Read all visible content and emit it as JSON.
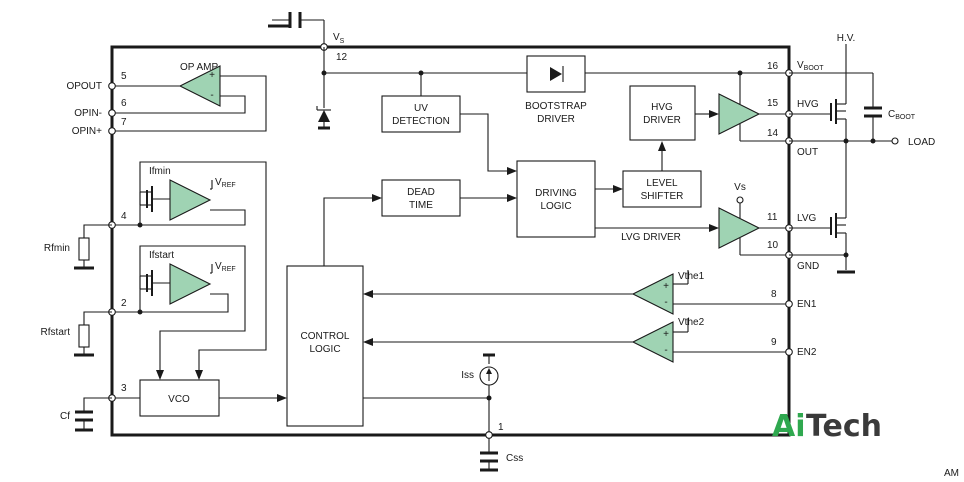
{
  "pins": {
    "vs": "V",
    "vs_sub": "S",
    "vs_num": "12",
    "vboot": "V",
    "vboot_sub": "BOOT",
    "vboot_num": "16",
    "hvg": "HVG",
    "hvg_num": "15",
    "out": "OUT",
    "out_num": "14",
    "lvg": "LVG",
    "lvg_num": "11",
    "gnd": "GND",
    "gnd_num": "10",
    "en1": "EN1",
    "en1_num": "8",
    "en2": "EN2",
    "en2_num": "9",
    "opout": "OPOUT",
    "opout_num": "5",
    "opin_minus": "OPIN-",
    "opin_minus_num": "6",
    "opin_plus": "OPIN+",
    "opin_plus_num": "7",
    "rfmin_num": "4",
    "rfstart_num": "2",
    "cf_num": "3",
    "css_num": "1"
  },
  "blocks": {
    "uv_line1": "UV",
    "uv_line2": "DETECTION",
    "bootstrap_line1": "BOOTSTRAP",
    "bootstrap_line2": "DRIVER",
    "hvg_driver_line1": "HVG",
    "hvg_driver_line2": "DRIVER",
    "level_shifter_line1": "LEVEL",
    "level_shifter_line2": "SHIFTER",
    "driving_logic_line1": "DRIVING",
    "driving_logic_line2": "LOGIC",
    "dead_time_line1": "DEAD",
    "dead_time_line2": "TIME",
    "control_logic_line1": "CONTROL",
    "control_logic_line2": "LOGIC",
    "vco": "VCO",
    "op_amp": "OP AMP",
    "lvg_driver": "LVG DRIVER"
  },
  "labels": {
    "ifmin": "Ifmin",
    "ifstart": "Ifstart",
    "vref": "V",
    "vref_sub": "REF",
    "vs_small": "Vs",
    "vthe1": "Vthe1",
    "vthe2": "Vthe2",
    "iss": "Iss",
    "hv": "H.V.",
    "cboot": "C",
    "cboot_sub": "BOOT",
    "load": "LOAD",
    "rfmin": "Rfmin",
    "rfstart": "Rfstart",
    "cf": "Cf",
    "css": "Css",
    "plus": "+",
    "minus": "-",
    "corner": "AM"
  },
  "logo": {
    "part1": "Ai",
    "part2": "Tech"
  },
  "colors": {
    "amplifier_fill": "#9fd3b3",
    "logo_green": "#2fa84f",
    "logo_gray": "#3a3a3a",
    "line": "#1a1a1a"
  }
}
